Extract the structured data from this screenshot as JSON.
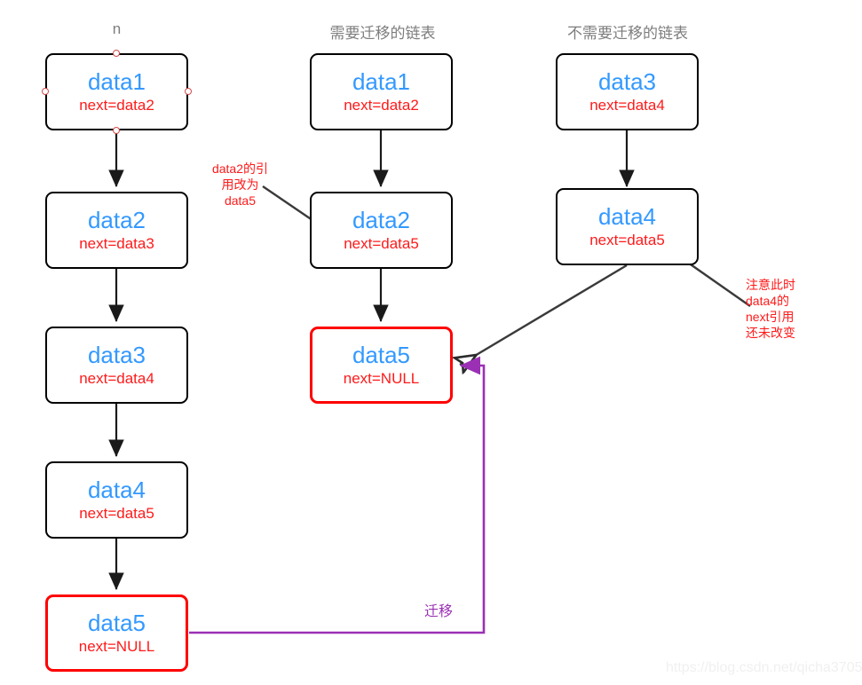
{
  "diagram": {
    "pointer_label": "n",
    "columns": [
      {
        "id": "col-original",
        "header": ""
      },
      {
        "id": "col-migrate",
        "header": "需要迁移的链表"
      },
      {
        "id": "col-nomigrate",
        "header": "不需要迁移的链表"
      }
    ],
    "nodes": [
      {
        "id": "left-data1",
        "title": "data1",
        "sub": "next=data2",
        "highlight": false,
        "selected": true
      },
      {
        "id": "left-data2",
        "title": "data2",
        "sub": "next=data3",
        "highlight": false,
        "selected": false
      },
      {
        "id": "left-data3",
        "title": "data3",
        "sub": "next=data4",
        "highlight": false,
        "selected": false
      },
      {
        "id": "left-data4",
        "title": "data4",
        "sub": "next=data5",
        "highlight": false,
        "selected": false
      },
      {
        "id": "left-data5",
        "title": "data5",
        "sub": "next=NULL",
        "highlight": true,
        "selected": false
      },
      {
        "id": "mid-data1",
        "title": "data1",
        "sub": "next=data2",
        "highlight": false,
        "selected": false
      },
      {
        "id": "mid-data2",
        "title": "data2",
        "sub": "next=data5",
        "highlight": false,
        "selected": false
      },
      {
        "id": "mid-data5",
        "title": "data5",
        "sub": "next=NULL",
        "highlight": true,
        "selected": false
      },
      {
        "id": "right-data3",
        "title": "data3",
        "sub": "next=data4",
        "highlight": false,
        "selected": false
      },
      {
        "id": "right-data4",
        "title": "data4",
        "sub": "next=data5",
        "highlight": false,
        "selected": false
      }
    ],
    "annotations": [
      {
        "id": "note-data2-ref",
        "text": "data2的引\n用改为\ndata5"
      },
      {
        "id": "note-data4-next",
        "text": "注意此时\ndata4的\nnext引用\n还未改变"
      }
    ],
    "migration_label": "迁移",
    "watermark": "https://blog.csdn.net/qicha3705",
    "colors": {
      "node_title": "#3399ff",
      "node_sub": "#ff1a1a",
      "highlight_border": "#ff0000",
      "default_border": "#000000",
      "migration": "#9b30b5",
      "header_text": "#7d7d7d",
      "note_text": "#ff1a1a"
    }
  }
}
